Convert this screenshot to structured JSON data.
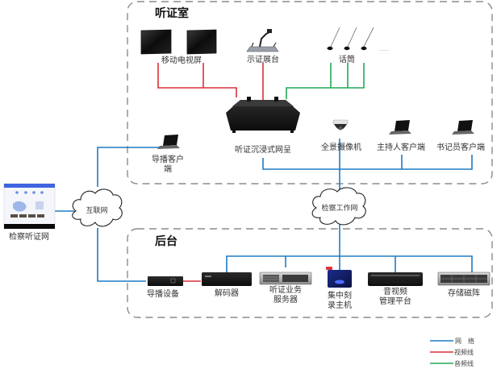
{
  "colors": {
    "network": "#1f7bc4",
    "video": "#d8303a",
    "audio": "#22a85a",
    "zone_border": "#888888"
  },
  "zones": {
    "hearing_room": {
      "title": "听证室"
    },
    "backend": {
      "title": "后台"
    }
  },
  "nodes": {
    "tv_screens": {
      "label": "移动电视屏",
      "icon": "monitor-icon"
    },
    "evidence_presenter": {
      "label": "示证展台",
      "icon": "document-camera-icon"
    },
    "microphones": {
      "label": "话筒",
      "icon": "microphone-icon",
      "ellipsis": "……"
    },
    "immersive_presenter": {
      "label": "听证沉浸式网呈",
      "icon": "presenter-box-icon"
    },
    "panoramic_camera": {
      "label": "全景摄像机",
      "icon": "dome-camera-icon"
    },
    "host_client": {
      "label": "主持人客户端",
      "icon": "laptop-icon"
    },
    "clerk_client": {
      "label": "书记员客户端",
      "icon": "laptop-icon"
    },
    "broadcast_client": {
      "label_line1": "导播客户",
      "label_line2": "端",
      "icon": "laptop-icon"
    },
    "procuratorate_web": {
      "label": "检察听证网",
      "icon": "web-page-icon"
    },
    "internet": {
      "label": "互联网",
      "icon": "cloud-icon"
    },
    "work_network": {
      "label": "检察工作网",
      "icon": "cloud-icon"
    },
    "broadcast_device": {
      "label": "导播设备",
      "icon": "device-box-icon"
    },
    "decoder": {
      "label": "解码器",
      "icon": "device-box-icon"
    },
    "hearing_server": {
      "label_line1": "听证业务",
      "label_line2": "服务器",
      "icon": "rack-server-icon"
    },
    "burner": {
      "label_line1": "集中刻",
      "label_line2": "录主机",
      "icon": "disc-burner-icon"
    },
    "av_platform": {
      "label_line1": "音视频",
      "label_line2": "管理平台",
      "icon": "rack-server-icon"
    },
    "storage_array": {
      "label": "存储磁阵",
      "icon": "disk-array-icon"
    }
  },
  "legend": [
    {
      "label": "网　络",
      "color_key": "network"
    },
    {
      "label": "视频线",
      "color_key": "video"
    },
    {
      "label": "音频线",
      "color_key": "audio"
    }
  ]
}
